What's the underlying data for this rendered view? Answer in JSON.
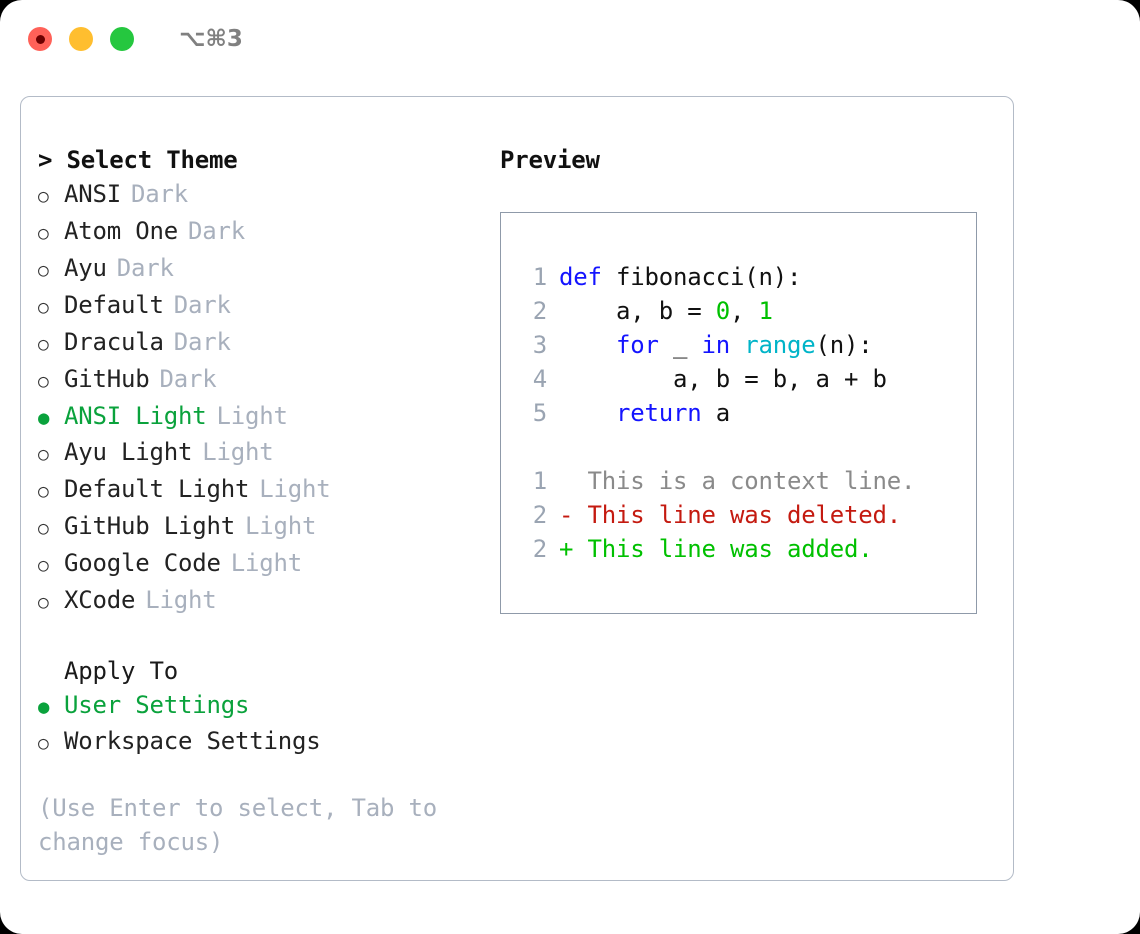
{
  "titlebar": {
    "dots": [
      {
        "name": "close-button",
        "color": "#ff6158"
      },
      {
        "name": "minimize-button",
        "color": "#ffbe2f"
      },
      {
        "name": "maximize-button",
        "color": "#25c73f"
      }
    ],
    "shortcut": "⌥⌘3"
  },
  "theme_picker": {
    "heading": "> Select Theme",
    "selected_marker": "●",
    "unselected_marker": "○",
    "accent_color": "#0aa23c",
    "muted_color": "#a8b0bd",
    "items": [
      {
        "label": "ANSI",
        "suffix": "Dark",
        "selected": false
      },
      {
        "label": "Atom One",
        "suffix": "Dark",
        "selected": false
      },
      {
        "label": "Ayu",
        "suffix": "Dark",
        "selected": false
      },
      {
        "label": "Default",
        "suffix": "Dark",
        "selected": false
      },
      {
        "label": "Dracula",
        "suffix": "Dark",
        "selected": false
      },
      {
        "label": "GitHub",
        "suffix": "Dark",
        "selected": false
      },
      {
        "label": "ANSI Light",
        "suffix": "Light",
        "selected": true
      },
      {
        "label": "Ayu Light",
        "suffix": "Light",
        "selected": false
      },
      {
        "label": "Default Light",
        "suffix": "Light",
        "selected": false
      },
      {
        "label": "GitHub Light",
        "suffix": "Light",
        "selected": false
      },
      {
        "label": "Google Code",
        "suffix": "Light",
        "selected": false
      },
      {
        "label": "XCode",
        "suffix": "Light",
        "selected": false
      }
    ]
  },
  "apply_to": {
    "heading": "Apply To",
    "items": [
      {
        "label": "User Settings",
        "selected": true
      },
      {
        "label": "Workspace Settings",
        "selected": false
      }
    ]
  },
  "hint": "(Use Enter to select, Tab to change focus)",
  "preview": {
    "title": "Preview",
    "code_lines": [
      {
        "num": "1",
        "tokens": [
          {
            "t": "def",
            "c": "kw"
          },
          {
            "t": " fibonacci(n):",
            "c": "txt"
          }
        ]
      },
      {
        "num": "2",
        "tokens": [
          {
            "t": "    a, b = ",
            "c": "txt"
          },
          {
            "t": "0",
            "c": "num"
          },
          {
            "t": ", ",
            "c": "txt"
          },
          {
            "t": "1",
            "c": "num"
          }
        ]
      },
      {
        "num": "3",
        "tokens": [
          {
            "t": "    ",
            "c": "txt"
          },
          {
            "t": "for",
            "c": "kw"
          },
          {
            "t": " _ ",
            "c": "txt"
          },
          {
            "t": "in",
            "c": "kw"
          },
          {
            "t": " ",
            "c": "txt"
          },
          {
            "t": "range",
            "c": "fn"
          },
          {
            "t": "(n):",
            "c": "txt"
          }
        ]
      },
      {
        "num": "4",
        "tokens": [
          {
            "t": "        a, b = b, a + b",
            "c": "txt"
          }
        ]
      },
      {
        "num": "5",
        "tokens": [
          {
            "t": "    ",
            "c": "txt"
          },
          {
            "t": "return",
            "c": "kw"
          },
          {
            "t": " a",
            "c": "txt"
          }
        ]
      }
    ],
    "diff_lines": [
      {
        "num": "1",
        "marker": "  ",
        "text": "This is a context line.",
        "kind": "ctx"
      },
      {
        "num": "2",
        "marker": "- ",
        "text": "This line was deleted.",
        "kind": "del"
      },
      {
        "num": "2",
        "marker": "+ ",
        "text": "This line was added.",
        "kind": "add"
      }
    ]
  }
}
